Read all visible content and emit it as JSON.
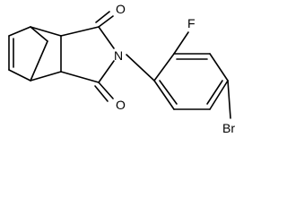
{
  "structure": {
    "atoms": {
      "oxygen_top": "O",
      "oxygen_bottom": "O",
      "nitrogen": "N",
      "fluorine": "F",
      "bromine": "Br"
    },
    "colors": {
      "bond": "#000000",
      "label": "#000000",
      "background": "#ffffff"
    }
  }
}
